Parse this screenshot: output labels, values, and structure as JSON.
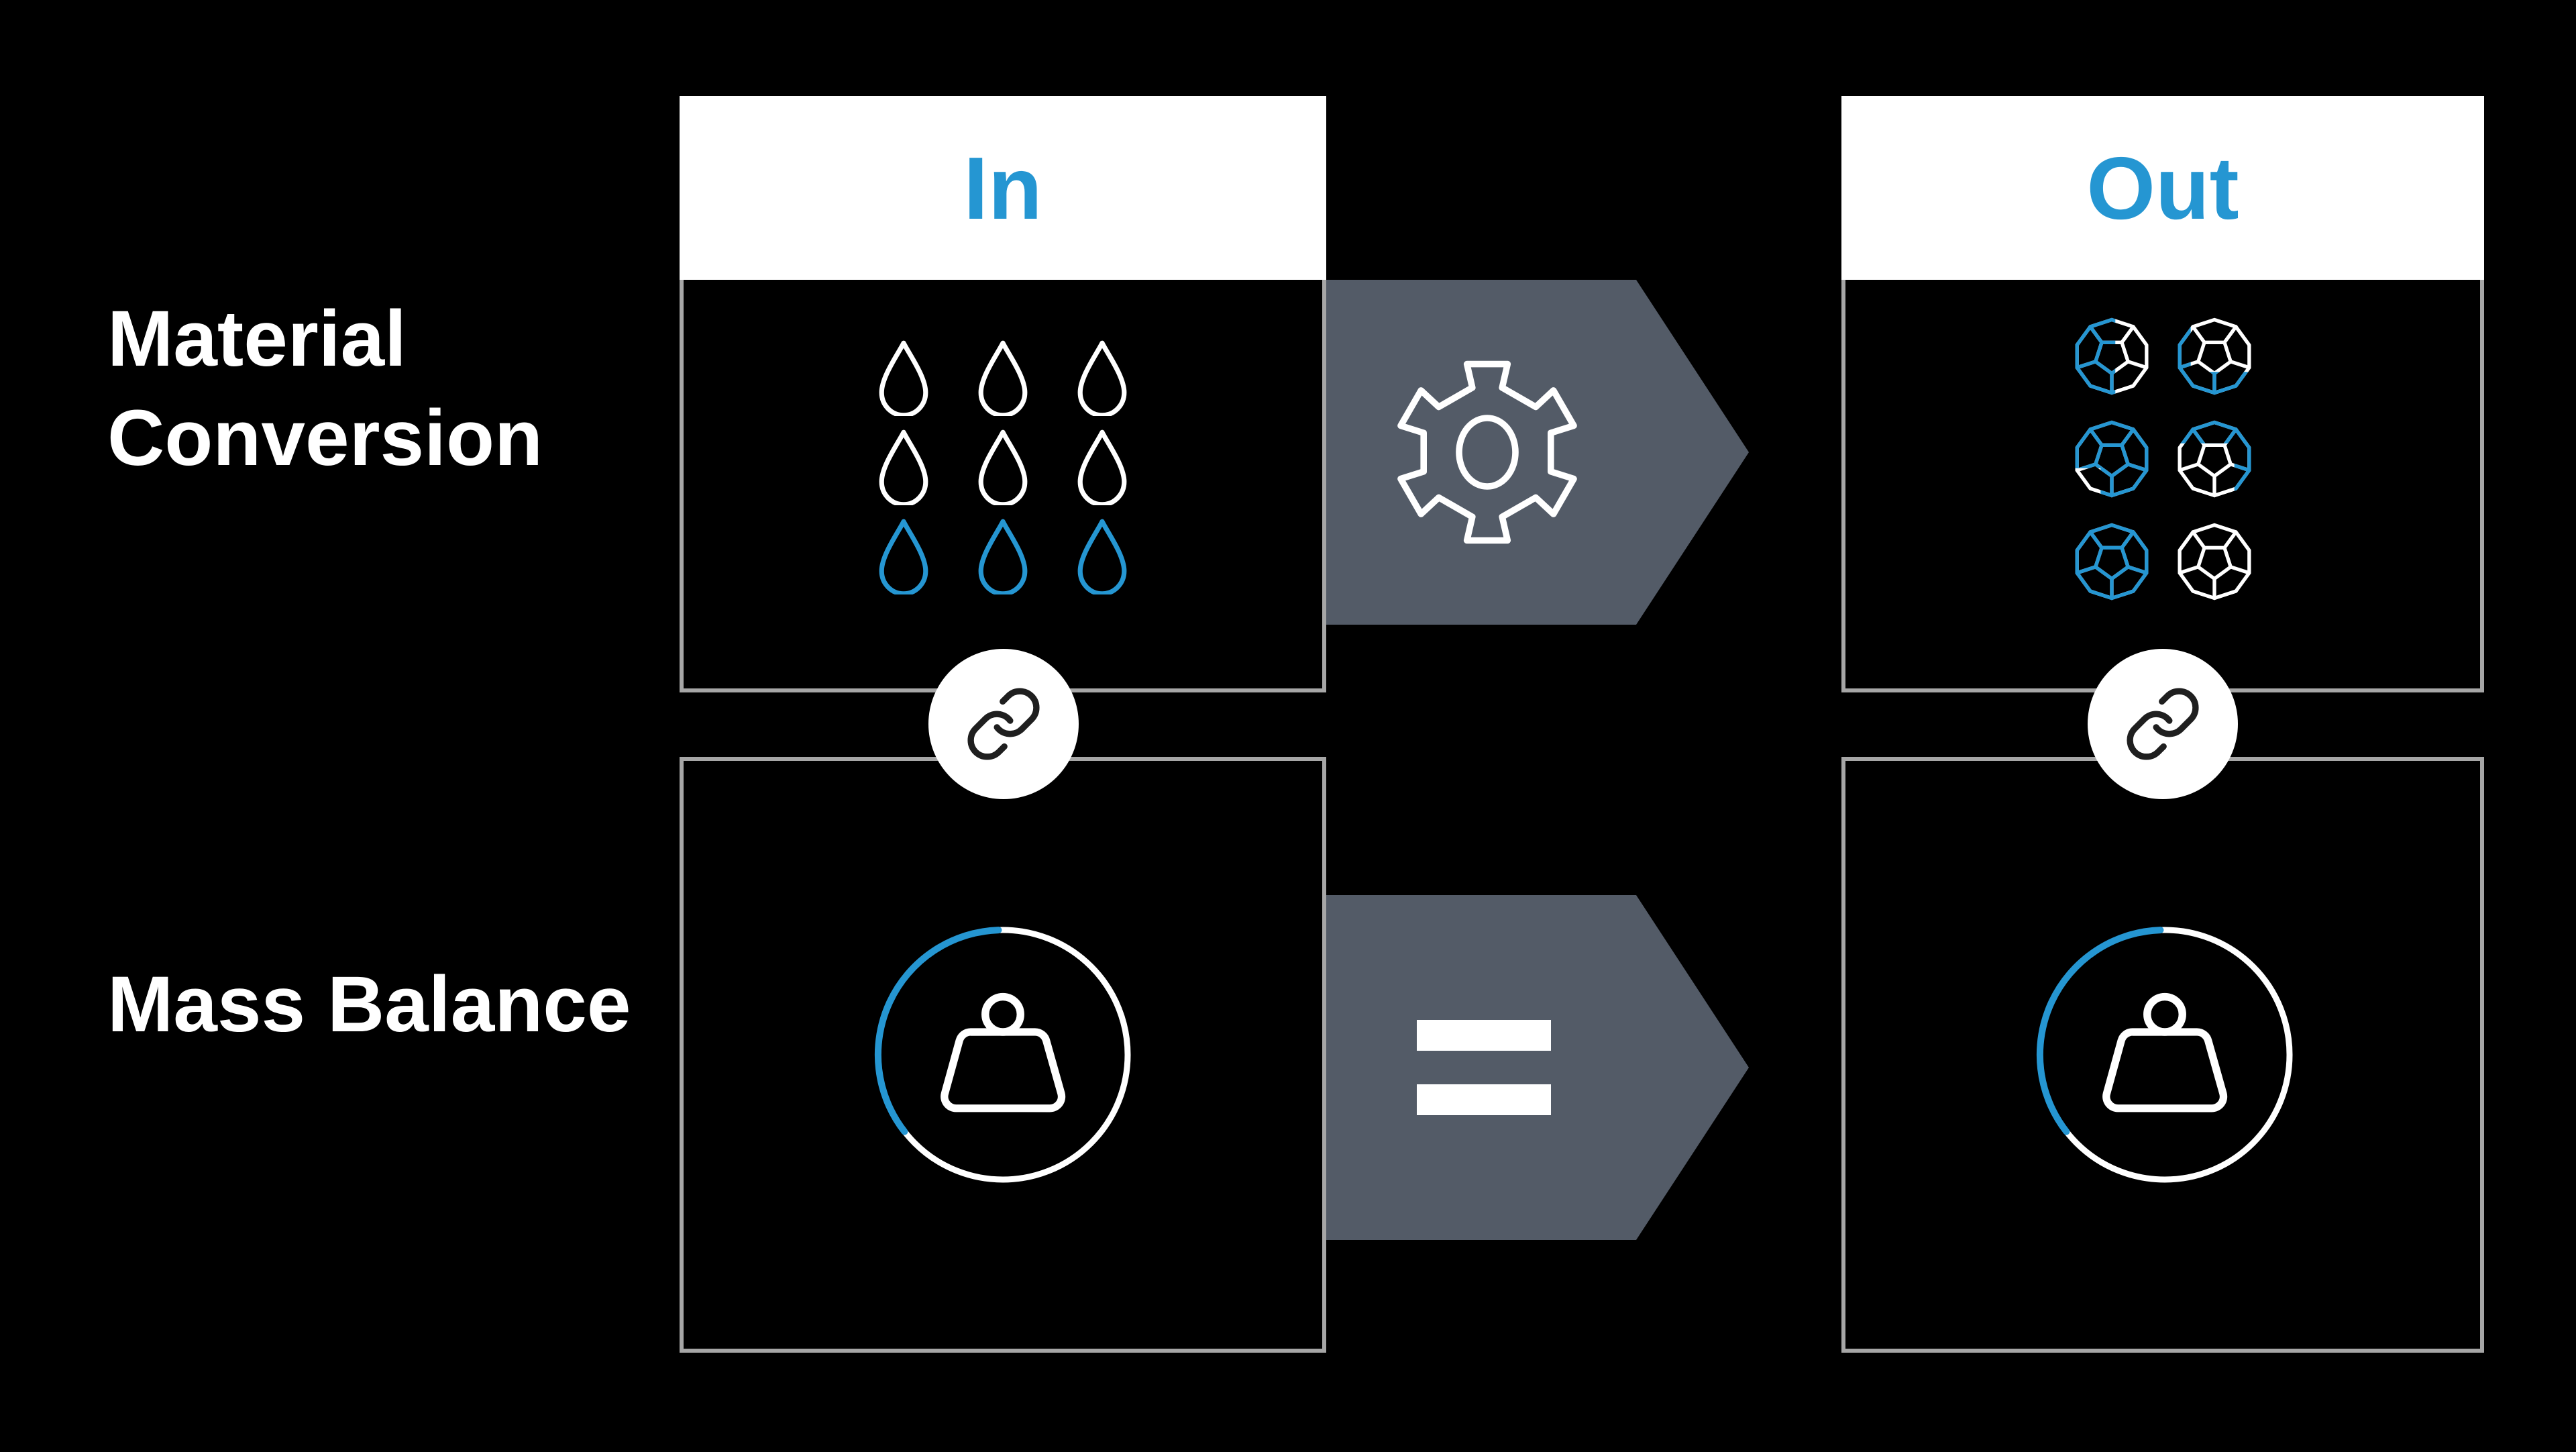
{
  "title_column": {
    "row1_label": "Material Conversion",
    "row2_label": "Mass Balance"
  },
  "headers": {
    "in": "In",
    "out": "Out"
  },
  "theme": {
    "background": "#000000",
    "panel_border": "#a6a6a6",
    "header_bg": "#ffffff",
    "blue": "#2596d2",
    "arrow_gray": "#535b67",
    "icon_white": "#ffffff",
    "link_icon_dark": "#1f1f1f"
  },
  "material_conversion_row": {
    "in_droplets": {
      "total": 9,
      "blue_count": 3,
      "columns": 3
    },
    "process_icon": "gear-icon",
    "out_molecules": {
      "total": 6,
      "columns": 2,
      "patterns": [
        "half-left-blue",
        "left-edge-bottom-blue",
        "mostly-blue",
        "top-right-blue",
        "all-blue",
        "all-white"
      ]
    }
  },
  "mass_balance_row": {
    "relation": "=",
    "in_gauge_blue_fraction": 0.35,
    "out_gauge_blue_fraction": 0.35
  }
}
